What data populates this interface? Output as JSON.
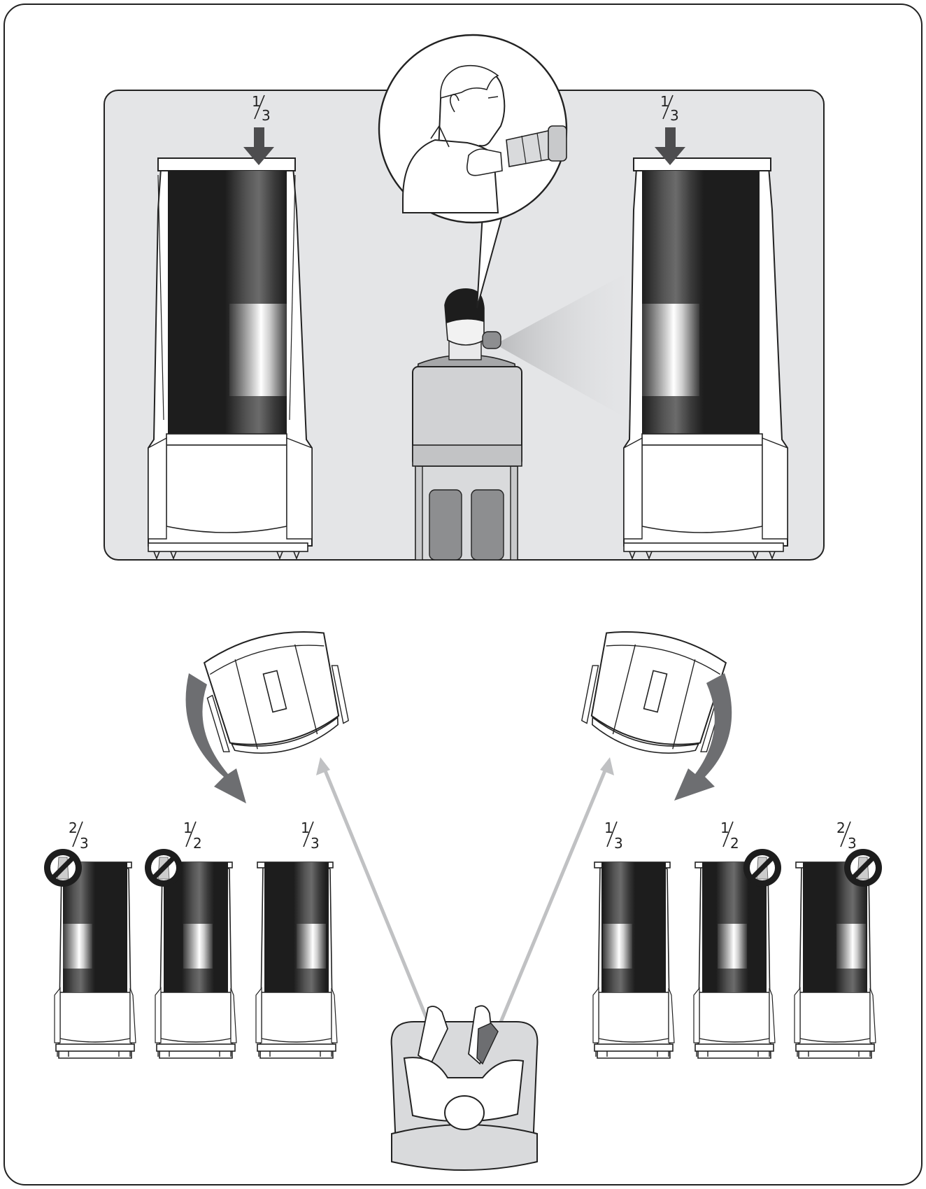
{
  "top_panel": {
    "left_fraction": {
      "num": "1",
      "den": "3"
    },
    "right_fraction": {
      "num": "1",
      "den": "3"
    }
  },
  "bottom_left_row": [
    {
      "num": "2",
      "den": "3",
      "prohibited": true
    },
    {
      "num": "1",
      "den": "2",
      "prohibited": true
    },
    {
      "num": "1",
      "den": "3",
      "prohibited": false
    }
  ],
  "bottom_right_row": [
    {
      "num": "1",
      "den": "3",
      "prohibited": false
    },
    {
      "num": "1",
      "den": "2",
      "prohibited": true
    },
    {
      "num": "2",
      "den": "3",
      "prohibited": true
    }
  ],
  "colors": {
    "panel_gray": "#e4e5e7",
    "arrow_dark": "#4d4d4f",
    "rotate_arrow": "#6d6e71",
    "sight_line": "#c0c1c3",
    "speaker_black": "#1d1d1d"
  }
}
